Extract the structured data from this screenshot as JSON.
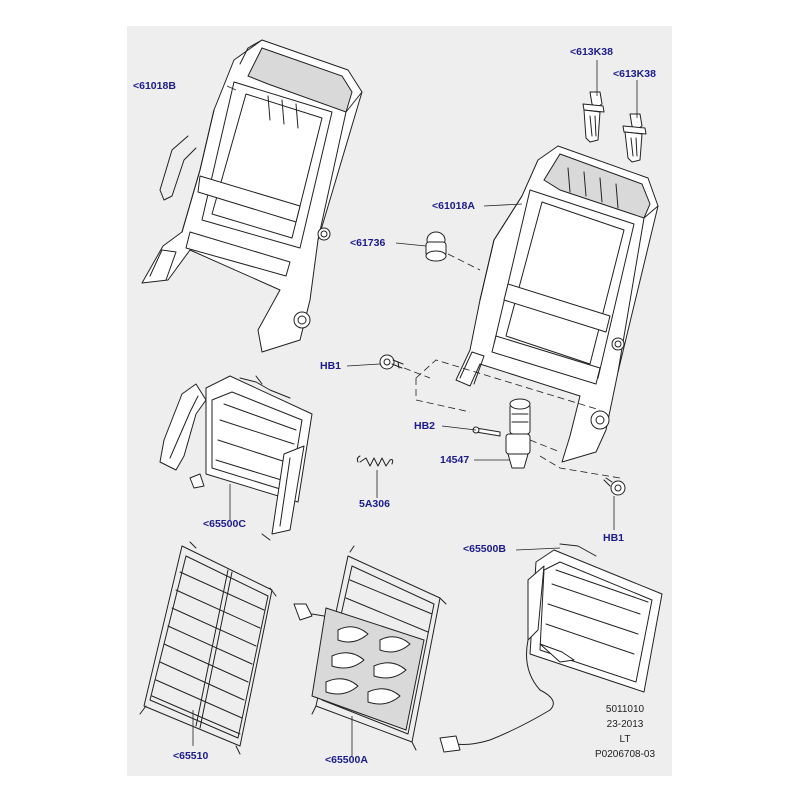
{
  "labels": {
    "frame_left": "<61018B",
    "clip_1": "<613K38",
    "clip_2": "<613K38",
    "frame_right": "<61018A",
    "bushing": "<61736",
    "bolt_left": "HB1",
    "bolt_mid": "HB2",
    "motor": "14547",
    "bolt_right": "HB1",
    "panel_left": "<65500C",
    "spring": "5A306",
    "panel_right": "<65500B",
    "mat_left": "<65510",
    "mat_mid": "<65500A"
  },
  "reference": {
    "line1": "5011010",
    "line2": "23-2013",
    "line3": "LT",
    "line4": "P0206708-03"
  }
}
